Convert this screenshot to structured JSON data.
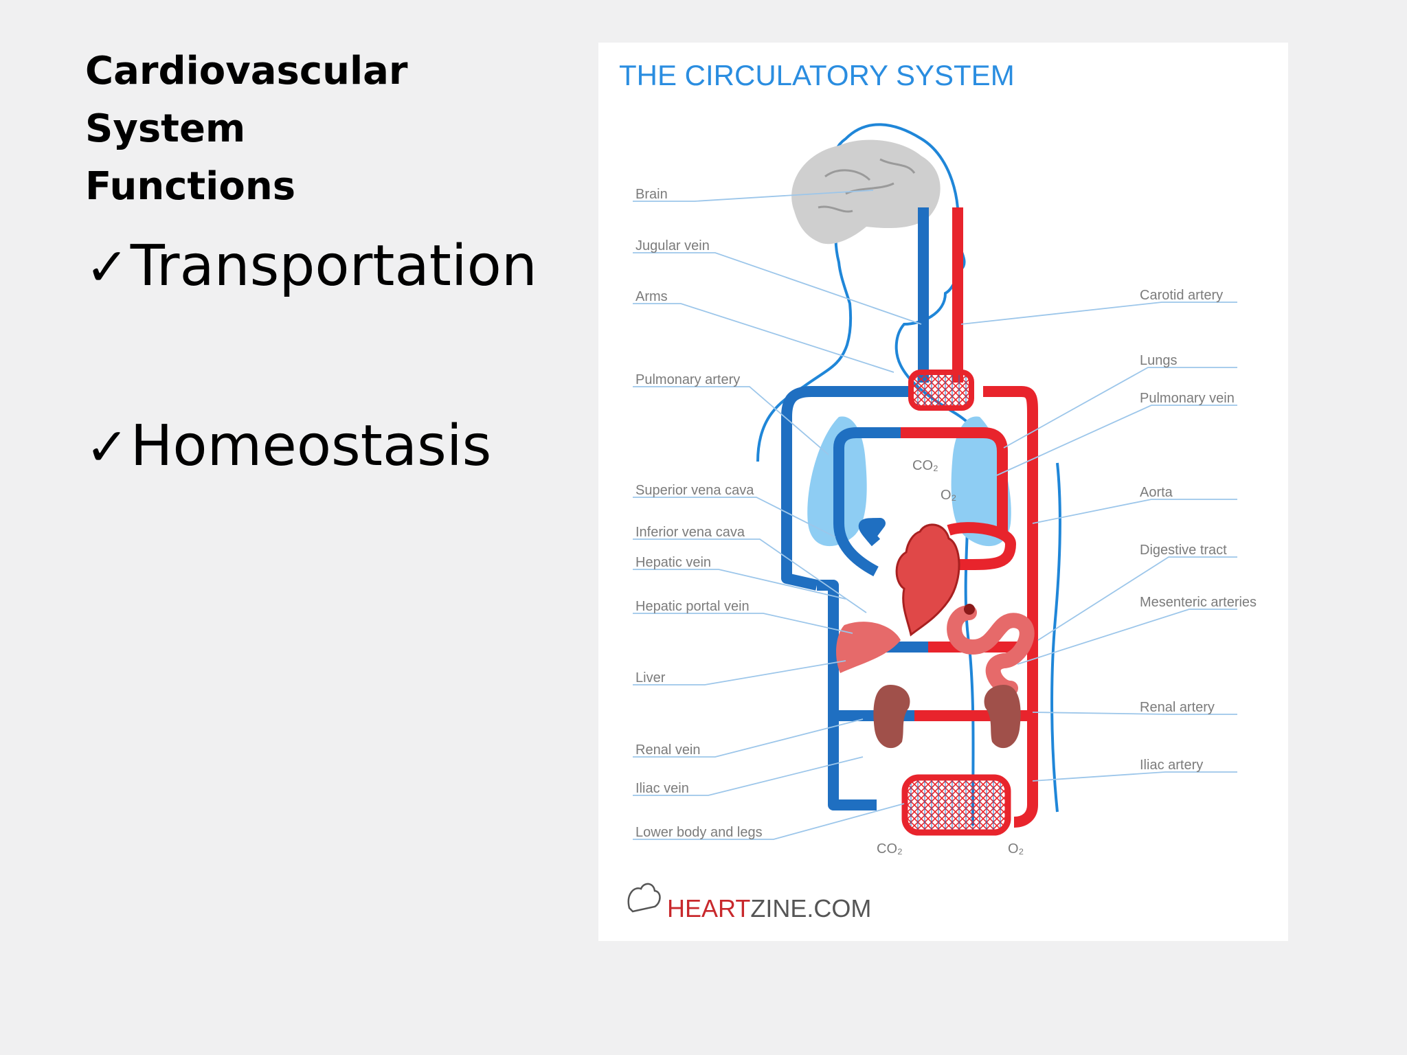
{
  "slide": {
    "title_lines": [
      "Cardiovascular",
      "System",
      "Functions"
    ],
    "bullets": [
      {
        "check": "✓",
        "text": "Transportation"
      },
      {
        "check": "✓",
        "text": "Homeostasis"
      }
    ]
  },
  "figure": {
    "title": "THE CIRCULATORY SYSTEM",
    "labels_left": [
      "Brain",
      "Jugular vein",
      "Arms",
      "Pulmonary artery",
      "Superior vena cava",
      "Inferior vena cava",
      "Hepatic vein",
      "Hepatic portal vein",
      "Liver",
      "Renal vein",
      "Iliac vein",
      "Lower body and legs"
    ],
    "labels_right": [
      "Carotid artery",
      "Lungs",
      "Pulmonary vein",
      "Aorta",
      "Digestive tract",
      "Mesenteric arteries",
      "Renal artery",
      "Iliac artery"
    ],
    "gas_labels": {
      "co2": "CO₂",
      "o2": "O₂"
    },
    "logo": {
      "part1": "HEART",
      "part2": "ZINE.COM"
    },
    "colors": {
      "vein": "#1f6fc1",
      "artery": "#e8242c",
      "title": "#2a8de0",
      "lung": "#8ecdf3",
      "organ": "#e66a6a",
      "kidney": "#a0504a",
      "brain": "#cfcfcf"
    }
  }
}
